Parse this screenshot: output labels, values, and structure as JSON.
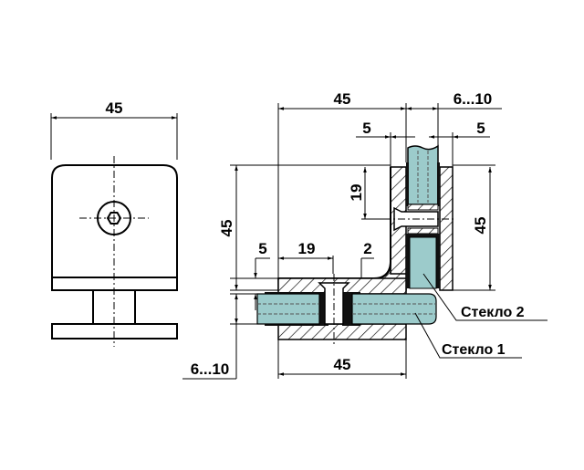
{
  "title": "Glass clamp connector technical drawing",
  "colors": {
    "glass": "#9ccbcb",
    "line": "#000000",
    "seal": "#111111"
  },
  "front_view": {
    "width_dim": "45"
  },
  "section_view": {
    "top_width": "45",
    "glass_gap_top": "6...10",
    "wall_left": "5",
    "wall_right": "5",
    "screw_offset_vertical": "19",
    "height_right": "45",
    "height_left": "45",
    "wall_bottom": "5",
    "screw_offset_horizontal": "19",
    "gap": "2",
    "glass_gap_left": "6...10",
    "bottom_width": "45",
    "glass2_label": "Стекло 2",
    "glass1_label": "Стекло 1"
  }
}
